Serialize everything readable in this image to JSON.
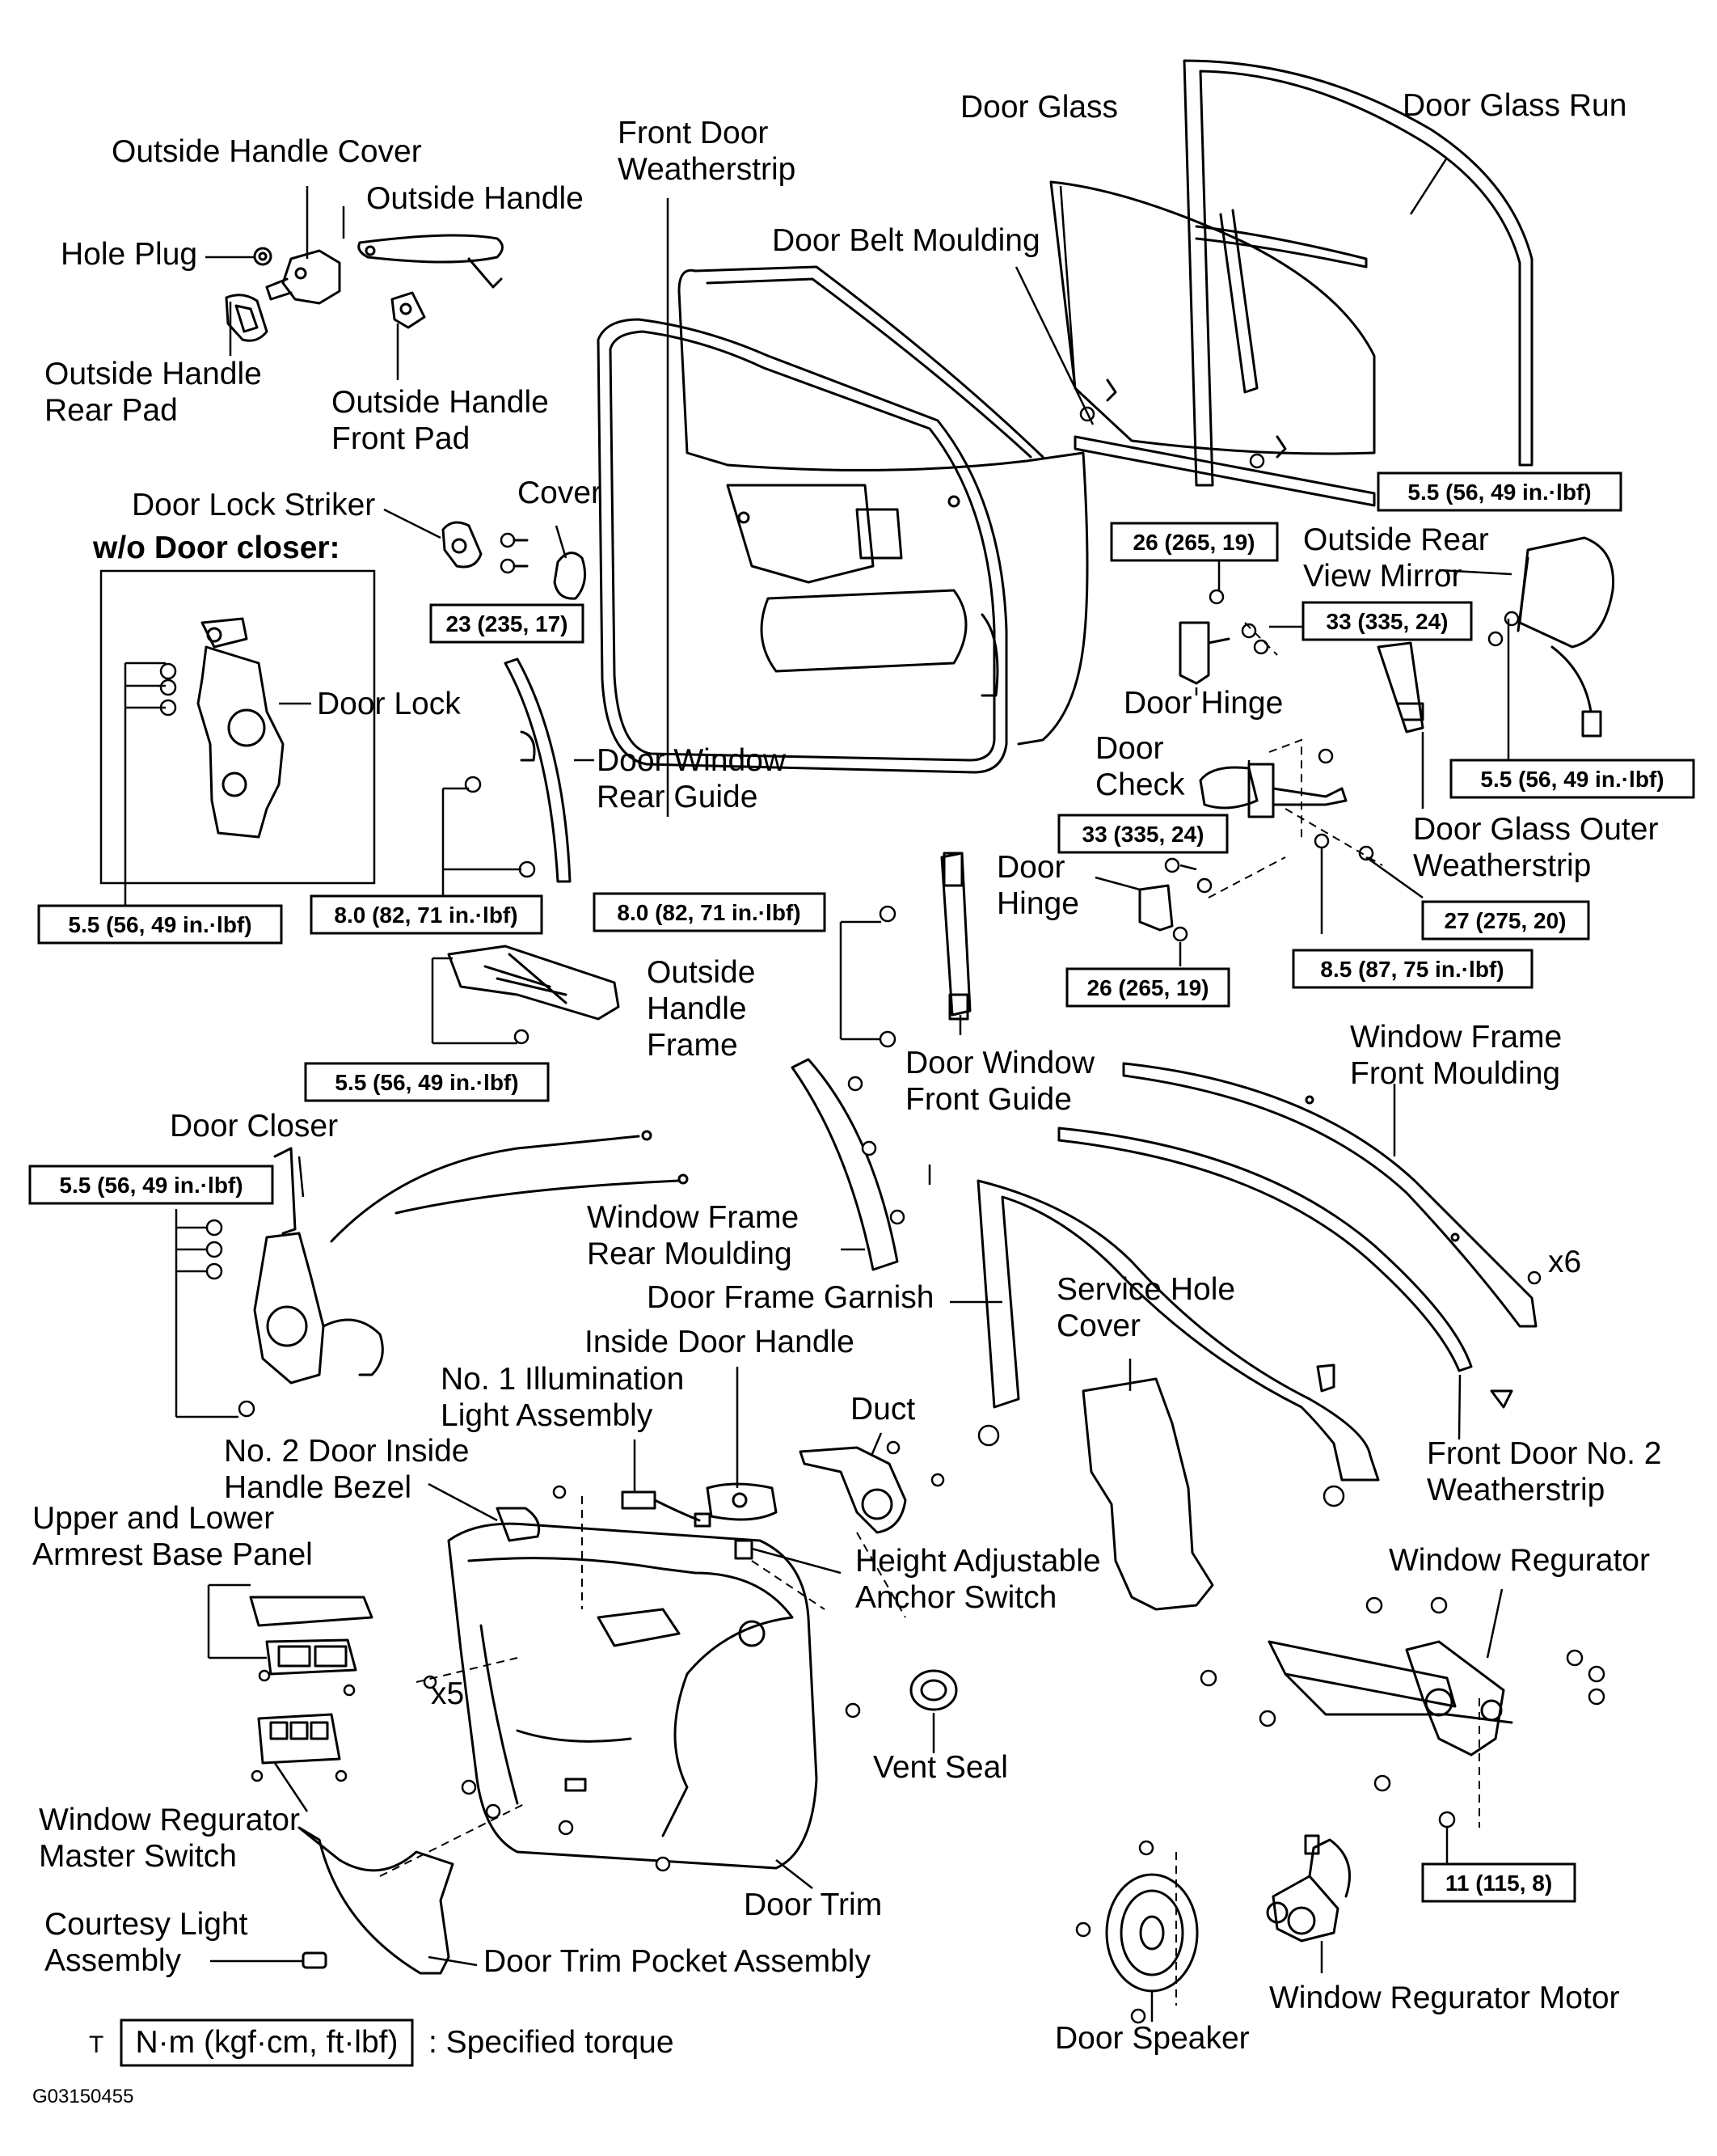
{
  "labels": {
    "outside_handle_cover": "Outside Handle Cover",
    "outside_handle": "Outside Handle",
    "hole_plug": "Hole Plug",
    "outside_handle_rear_pad_1": "Outside Handle",
    "outside_handle_rear_pad_2": "Rear Pad",
    "outside_handle_front_pad_1": "Outside Handle",
    "outside_handle_front_pad_2": "Front Pad",
    "front_door_weatherstrip_1": "Front Door",
    "front_door_weatherstrip_2": "Weatherstrip",
    "door_glass": "Door Glass",
    "door_glass_run": "Door Glass Run",
    "door_belt_moulding": "Door Belt Moulding",
    "door_lock_striker": "Door Lock Striker",
    "cover": "Cover",
    "wo_door_closer": "w/o Door closer:",
    "door_lock": "Door Lock",
    "door_window_rear_guide_1": "Door Window",
    "door_window_rear_guide_2": "Rear Guide",
    "outside_rear_view_mirror_1": "Outside Rear",
    "outside_rear_view_mirror_2": "View Mirror",
    "door_hinge_upper": "Door Hinge",
    "door_check_1": "Door",
    "door_check_2": "Check",
    "door_hinge_lower_1": "Door",
    "door_hinge_lower_2": "Hinge",
    "door_glass_outer_weatherstrip_1": "Door Glass Outer",
    "door_glass_outer_weatherstrip_2": "Weatherstrip",
    "outside_handle_frame_1": "Outside",
    "outside_handle_frame_2": "Handle",
    "outside_handle_frame_3": "Frame",
    "door_window_front_guide_1": "Door Window",
    "door_window_front_guide_2": "Front Guide",
    "window_frame_front_moulding_1": "Window Frame",
    "window_frame_front_moulding_2": "Front Moulding",
    "door_closer": "Door Closer",
    "window_frame_rear_moulding_1": "Window Frame",
    "window_frame_rear_moulding_2": "Rear Moulding",
    "door_frame_garnish": "Door Frame Garnish",
    "service_hole_cover_1": "Service Hole",
    "service_hole_cover_2": "Cover",
    "x6": "x6",
    "inside_door_handle": "Inside Door Handle",
    "no1_illumination_1": "No. 1 Illumination",
    "no1_illumination_2": "Light Assembly",
    "duct": "Duct",
    "no2_door_inside_1": "No. 2 Door Inside",
    "no2_door_inside_2": "Handle Bezel",
    "front_door_no2_weatherstrip_1": "Front Door No. 2",
    "front_door_no2_weatherstrip_2": "Weatherstrip",
    "upper_lower_armrest_1": "Upper and Lower",
    "upper_lower_armrest_2": "Armrest Base Panel",
    "height_adjustable_1": "Height Adjustable",
    "height_adjustable_2": "Anchor Switch",
    "window_regurator": "Window Regurator",
    "x5": "x5",
    "vent_seal": "Vent Seal",
    "window_regurator_master_switch_1": "Window Regurator",
    "window_regurator_master_switch_2": "Master Switch",
    "door_trim": "Door Trim",
    "courtesy_light_1": "Courtesy Light",
    "courtesy_light_2": "Assembly",
    "door_trim_pocket_assembly": "Door Trim Pocket Assembly",
    "window_regurator_motor": "Window Regurator Motor",
    "door_speaker": "Door Speaker"
  },
  "torques": {
    "belt_moulding": "5.5 (56, 49 in.·lbf)",
    "upper_hinge_body": "26 (265, 19)",
    "upper_hinge_door": "33 (335, 24)",
    "striker": "23 (235, 17)",
    "mirror": "5.5 (56, 49 in.·lbf)",
    "lower_hinge_door": "33 (335, 24)",
    "door_lock": "5.5 (56, 49 in.·lbf)",
    "rear_guide": "8.0 (82, 71 in.·lbf)",
    "front_guide": "8.0 (82, 71 in.·lbf)",
    "check_bolt": "27 (275, 20)",
    "lower_hinge_body": "26 (265, 19)",
    "check_nut": "8.5 (87, 75 in.·lbf)",
    "handle_frame": "5.5 (56, 49 in.·lbf)",
    "door_closer": "5.5 (56, 49 in.·lbf)",
    "regulator": "11 (115, 8)"
  },
  "legend": {
    "prefix": "T",
    "unit": "N·m (kgf·cm, ft·lbf)",
    "text": ": Specified torque"
  },
  "figure_id": "G03150455"
}
